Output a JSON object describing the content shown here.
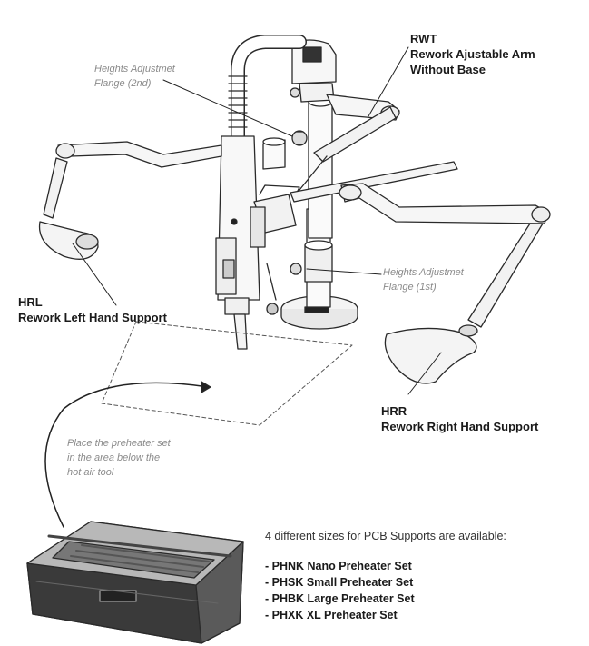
{
  "labels": {
    "rwt": {
      "code": "RWT",
      "line1": "Rework Ajustable Arm",
      "line2": "Without Base"
    },
    "flange_2nd": {
      "line1": "Heights Adjustmet",
      "line2": "Flange (2nd)"
    },
    "flange_1st": {
      "line1": "Heights Adjustmet",
      "line2": "Flange (1st)"
    },
    "hrl": {
      "code": "HRL",
      "name": "Rework Left Hand Support"
    },
    "hrr": {
      "code": "HRR",
      "name": "Rework Right Hand Support"
    },
    "place_note": {
      "line1": "Place the preheater set",
      "line2": "in the area below the",
      "line3": "hot air tool"
    }
  },
  "pcb": {
    "intro": "4 different sizes for PCB Supports are available:",
    "sets": [
      "- PHNK Nano Preheater Set",
      "- PHSK Small Preheater Set",
      "- PHBK Large Preheater Set",
      "- PHXK XL Preheater Set"
    ]
  }
}
